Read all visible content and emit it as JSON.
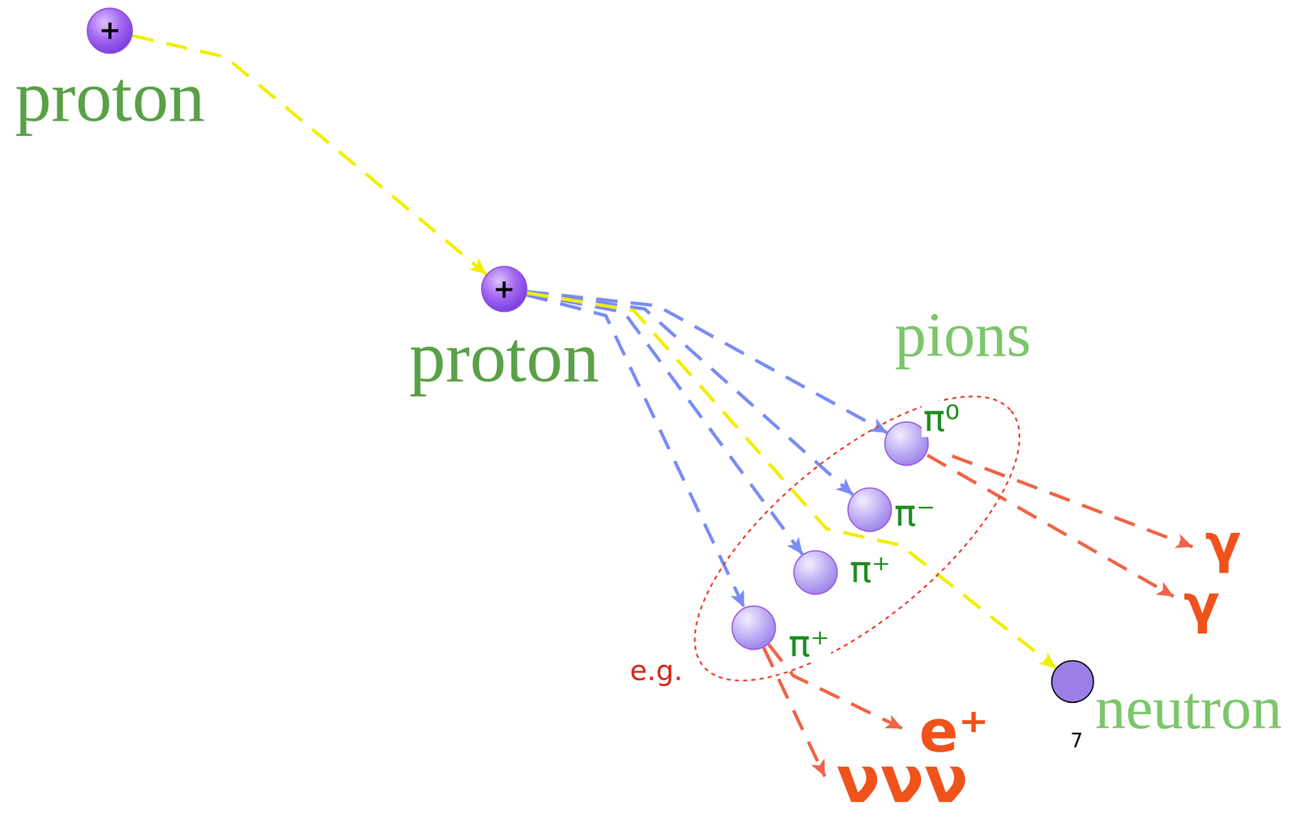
{
  "diagram": {
    "nodes": [
      {
        "text": [
          "+",
          "proton"
        ]
      },
      {
        "text": [
          "+",
          "proton"
        ]
      },
      {
        "text": [
          "pions"
        ]
      },
      {
        "text": [
          "π⁰"
        ],
        "in": 2
      },
      {
        "text": [
          "π⁻"
        ],
        "in": 2
      },
      {
        "text": [
          "π⁺"
        ],
        "in": 2
      },
      {
        "text": [
          "π⁺"
        ],
        "in": 2
      },
      {
        "text": [
          "neutron"
        ]
      }
    ],
    "edges": [
      {
        "from": 0,
        "to": 1,
        "arrow": "to"
      },
      {
        "from": 1,
        "to": 3,
        "arrow": "to"
      },
      {
        "from": 1,
        "to": 4,
        "arrow": "to"
      },
      {
        "from": 1,
        "to": 5,
        "arrow": "to"
      },
      {
        "from": 1,
        "to": 6,
        "arrow": "to"
      },
      {
        "from": 1,
        "to": 7,
        "arrow": "to"
      }
    ],
    "labels": [
      "e.g.",
      "γ",
      "γ",
      "e⁺",
      "ννν",
      "7"
    ]
  }
}
